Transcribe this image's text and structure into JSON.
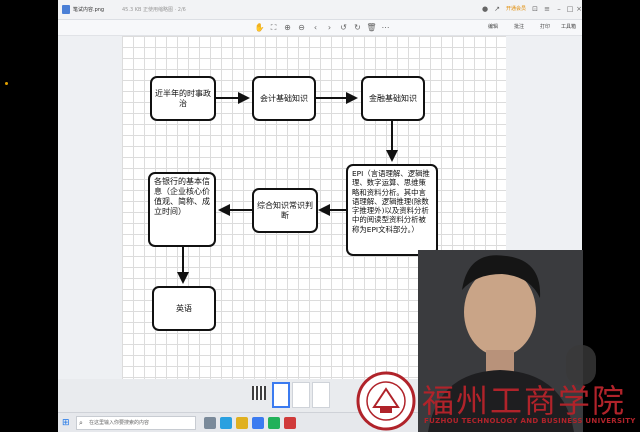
{
  "window": {
    "file_name": "笔试内容.png",
    "file_info": "45.3 KB  正使用缩略图 · 2/6",
    "vip_label": "开通会员"
  },
  "toolbar": {
    "right_buttons": [
      "编辑",
      "批注",
      "打印",
      "工具箱"
    ]
  },
  "diagram": {
    "nodes": {
      "n1": "近半年的时事政治",
      "n2": "会计基础知识",
      "n3": "金融基础知识",
      "n4": "EPI（言语理解、逻辑推理、数字运算、思维策略和资料分析。其中言语理解、逻辑推理(除数字推理外)以及资料分析中的阅读型资料分析被称为EPI文科部分。）",
      "n5": "综合知识常识判断",
      "n6": "各银行的基本信息（企业核心价值观、简称、成立时间）",
      "n7": "英语"
    }
  },
  "taskbar": {
    "search_placeholder": "在这里输入你要搜索的内容"
  },
  "branding": {
    "school_cn": "福州工商学院",
    "school_en": "FUZHOU TECHNOLOGY AND BUSINESS UNIVERSITY",
    "color": "#b0232a"
  }
}
